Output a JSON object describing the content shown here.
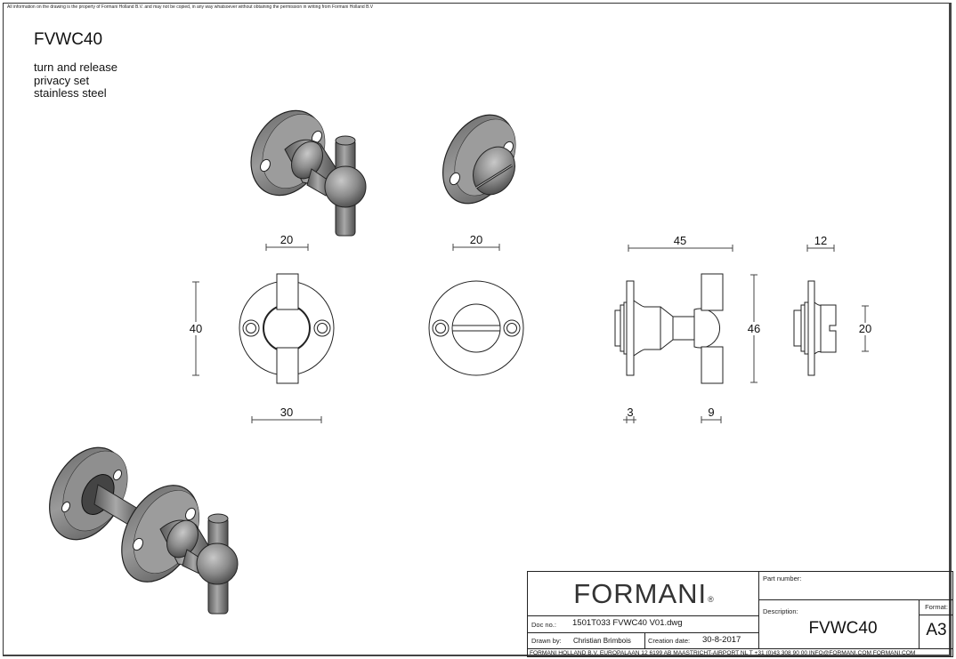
{
  "notice": "All information on the drawing is the property of Formani Holland B.V. and may not be copied, in any way whatsoever without obtaining the permission in writing from Formani Holland B.V",
  "header": {
    "title": "FVWC40",
    "description_lines": [
      "turn and release",
      "privacy set",
      "stainless steel"
    ]
  },
  "views": {
    "front_handle": {
      "width_top": "20",
      "height": "40",
      "width_bottom": "30"
    },
    "front_release": {
      "width_top": "20"
    },
    "side_handle": {
      "length": "45",
      "height": "46",
      "flange_thickness": "3",
      "grip_width": "9"
    },
    "side_release": {
      "length": "12",
      "height": "20"
    }
  },
  "title_block": {
    "brand": "FORMANI",
    "registered_mark": "®",
    "part_number_label": "Part number:",
    "part_number_value": "",
    "description_label": "Description:",
    "description_value": "FVWC40",
    "format_label": "Format:",
    "format_value": "A3",
    "doc_no_label": "Doc no.:",
    "doc_no_value": "1501T033 FVWC40 V01.dwg",
    "drawn_by_label": "Drawn by:",
    "drawn_by_value": "Christian Brimbois",
    "creation_date_label": "Creation date:",
    "creation_date_value": "30-8-2017",
    "footer": "FORMANI HOLLAND B.V.  EUROPALAAN 12  6199 AB MAASTRICHT-AIRPORT NL  T +31 (0)43 308 90 00 INFO@FORMANI.COM FORMANI.COM"
  },
  "colors": {
    "line": "#222222",
    "dim_line": "#444444",
    "metal_dark": "#555555",
    "metal_mid": "#8a8a8a",
    "metal_light": "#bdbdbd"
  }
}
